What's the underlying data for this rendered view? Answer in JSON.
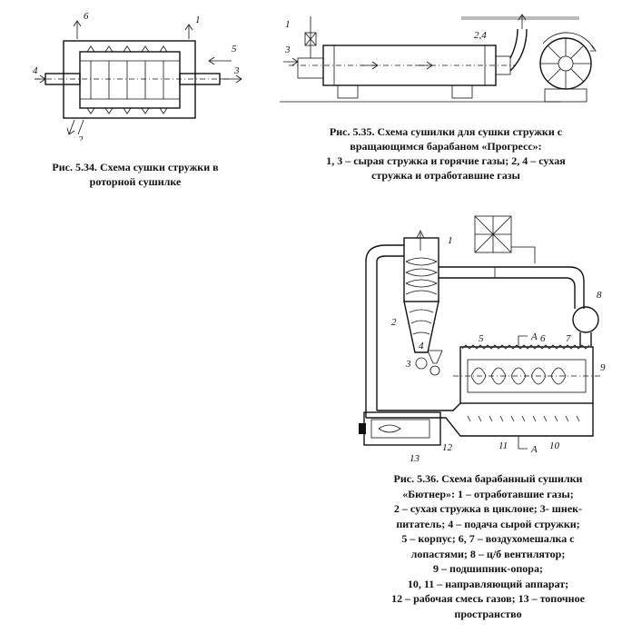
{
  "fig534": {
    "labels": [
      "6",
      "1",
      "5",
      "4",
      "3",
      "2"
    ],
    "caption_line1": "Рис. 5.34. Схема сушки стружки в",
    "caption_line2": "роторной сушилке"
  },
  "fig535": {
    "labels": [
      "1",
      "3",
      "2,4"
    ],
    "caption_line1": "Рис. 5.35. Схема сушилки для сушки стружки с",
    "caption_line2": "вращающимся барабаном «Прогресс»:",
    "caption_line3": "1, 3 – сырая стружка и горячие газы; 2, 4 – сухая",
    "caption_line4": "стружка и отработавшие газы"
  },
  "fig536": {
    "labels": [
      "1",
      "2",
      "3",
      "4",
      "5",
      "6",
      "7",
      "8",
      "9",
      "10",
      "11",
      "12",
      "13",
      "А",
      "А"
    ],
    "caption_lines": [
      "Рис. 5.36. Схема барабанный сушилки",
      "«Бютнер»: 1 – отработавшие газы;",
      "2 – сухая стружка в циклоне; 3- шнек-",
      "питатель; 4 – подача сырой стружки;",
      "5 – корпус; 6, 7 – воздухомешалка с",
      "лопастями; 8 – ц/б вентилятор;",
      "9 – подшипник-опора;",
      "10, 11 – направляющий аппарат;",
      "12 – рабочая смесь газов; 13 – топочное",
      "пространство"
    ]
  }
}
